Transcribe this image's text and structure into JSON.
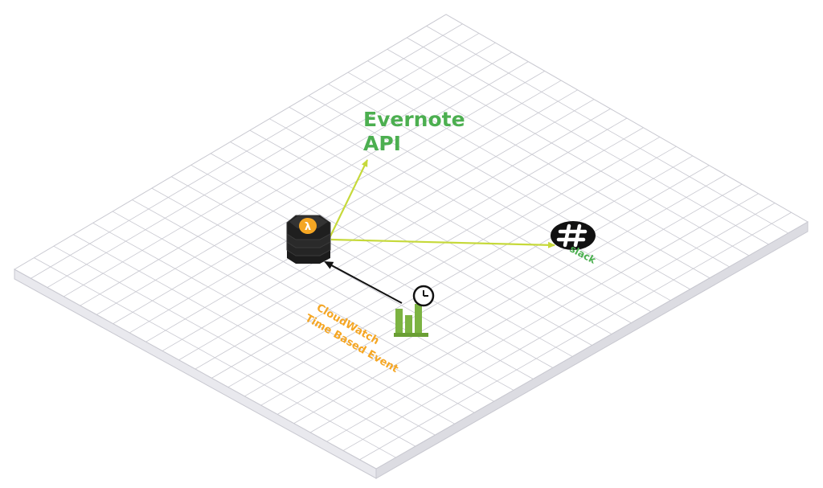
{
  "labels": {
    "evernote_line1": "Evernote",
    "evernote_line2": "API",
    "slack": "slack",
    "cloudwatch_line1": "CloudWatch",
    "cloudwatch_line2": "Time Based Event"
  },
  "icons": {
    "lambda": "lambda-icon",
    "slack": "slack-hash-icon",
    "cloudwatch": "cloudwatch-chart-icon",
    "clock": "clock-icon"
  },
  "colors": {
    "evernote_text": "#4caf50",
    "cloudwatch_text": "#f5a623",
    "slack_text": "#4caf50",
    "arrow_lime": "#c6d93a",
    "arrow_black": "#111111",
    "grid_line": "#c8c8d0",
    "grid_edge": "#d6d6dc",
    "lambda_badge": "#f5a623",
    "cloudwatch_green": "#7cb342"
  }
}
